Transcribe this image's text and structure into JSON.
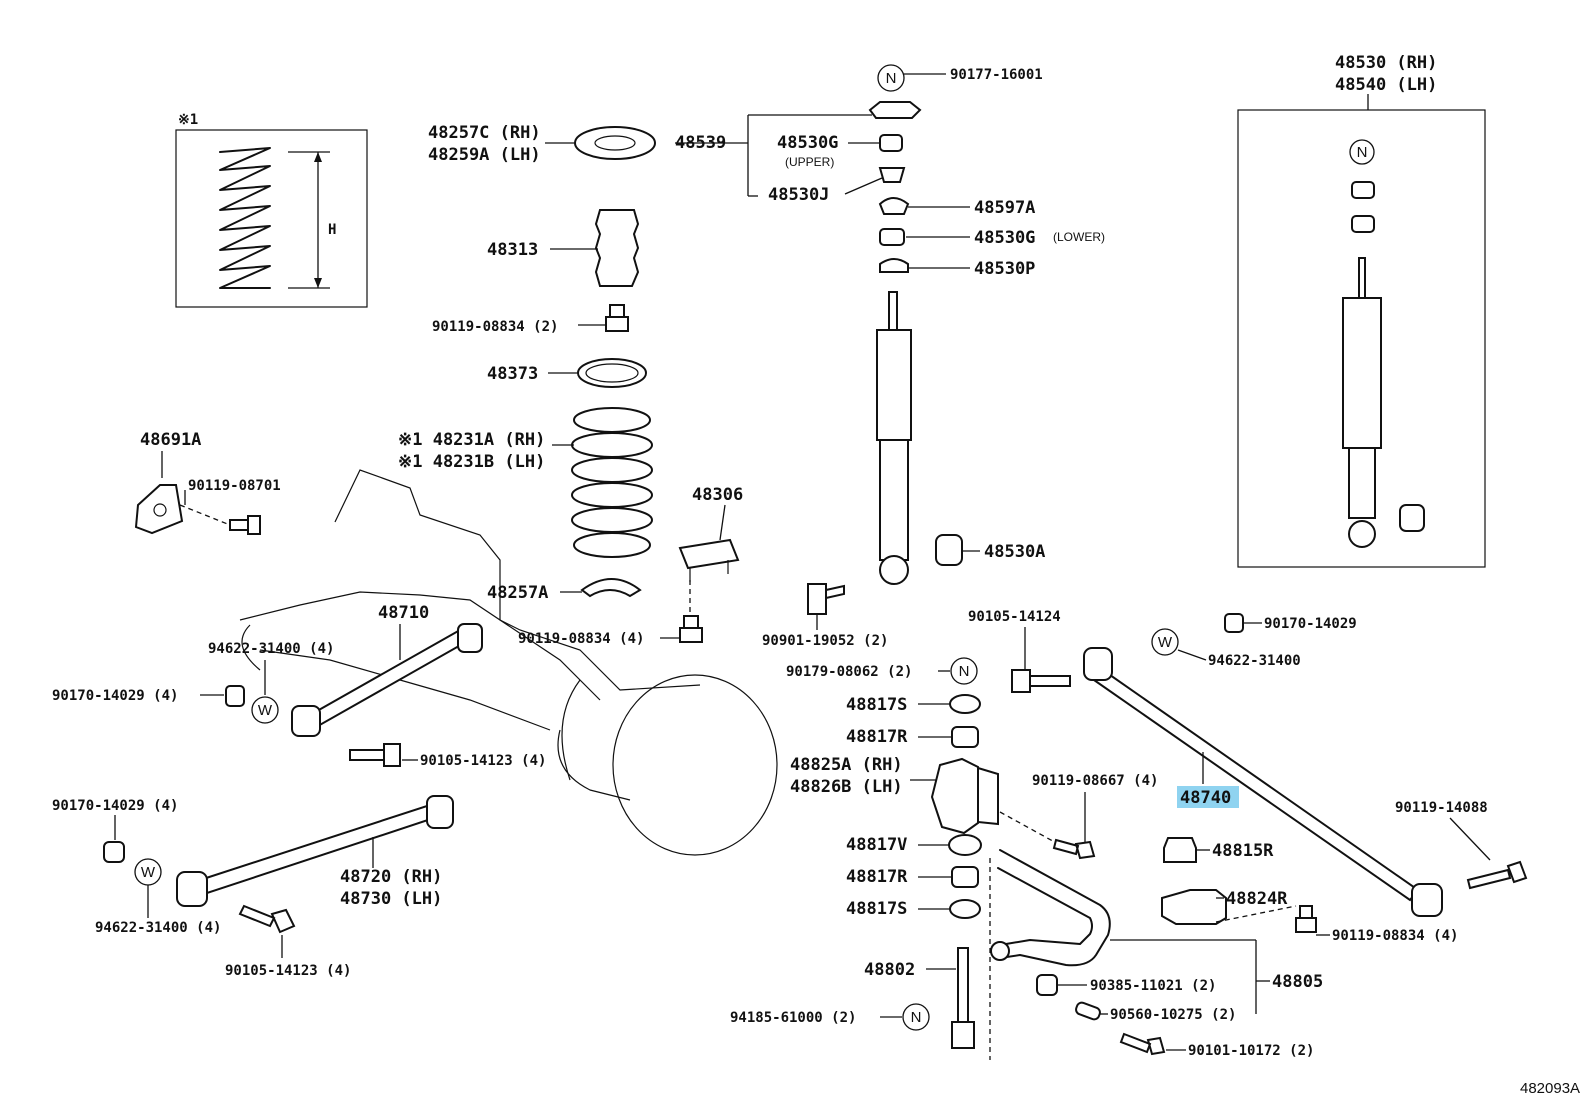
{
  "diagram_id": "482093A",
  "inset_left": {
    "note": "※1",
    "dim": "H"
  },
  "inset_right": {
    "title_rh": "48530 (RH)",
    "title_lh": "48540 (LH)",
    "symbol": "N"
  },
  "symbols": {
    "n": "N",
    "w": "W"
  },
  "labels": {
    "p90177_16001": "90177-16001",
    "p48539": "48539",
    "p48530G_upper": "48530G",
    "upper": "(UPPER)",
    "p48530J": "48530J",
    "p48597A": "48597A",
    "p48530G_lower": "48530G",
    "lower": "(LOWER)",
    "p48530P": "48530P",
    "p48530A": "48530A",
    "p48257C": "48257C (RH)",
    "p48259A": "48259A (LH)",
    "p48313": "48313",
    "p90119_08834_2": "90119-08834 (2)",
    "p48373": "48373",
    "p48231A": "※1 48231A (RH)",
    "p48231B": "※1 48231B (LH)",
    "p48306": "48306",
    "p48257A": "48257A",
    "p90119_08834_4a": "90119-08834 (4)",
    "p48691A": "48691A",
    "p90119_08701": "90119-08701",
    "p48710": "48710",
    "p94622_31400_4a": "94622-31400 (4)",
    "p90170_14029_4a": "90170-14029 (4)",
    "p90105_14123_4a": "90105-14123 (4)",
    "p90170_14029_4b": "90170-14029 (4)",
    "p48720": "48720 (RH)",
    "p48730": "48730 (LH)",
    "p94622_31400_4b": "94622-31400 (4)",
    "p90105_14123_4b": "90105-14123 (4)",
    "p90901_19052": "90901-19052 (2)",
    "p90179_08062": "90179-08062 (2)",
    "p90105_14124": "90105-14124",
    "p48817S_a": "48817S",
    "p48817R_a": "48817R",
    "p48825A": "48825A (RH)",
    "p48826B": "48826B (LH)",
    "p48817V": "48817V",
    "p48817R_b": "48817R",
    "p48817S_b": "48817S",
    "p90119_08667": "90119-08667 (4)",
    "p48740": "48740",
    "p90170_14029": "90170-14029",
    "p94622_31400": "94622-31400",
    "p90119_14088": "90119-14088",
    "p48815R": "48815R",
    "p48824R": "48824R",
    "p90119_08834_4b": "90119-08834 (4)",
    "p48802": "48802",
    "p48805": "48805",
    "p90385_11021": "90385-11021 (2)",
    "p90560_10275": "90560-10275 (2)",
    "p94185_61000": "94185-61000 (2)",
    "p90101_10172": "90101-10172 (2)"
  },
  "highlight_color": "#8fd3f0",
  "highlighted_part": "48740"
}
